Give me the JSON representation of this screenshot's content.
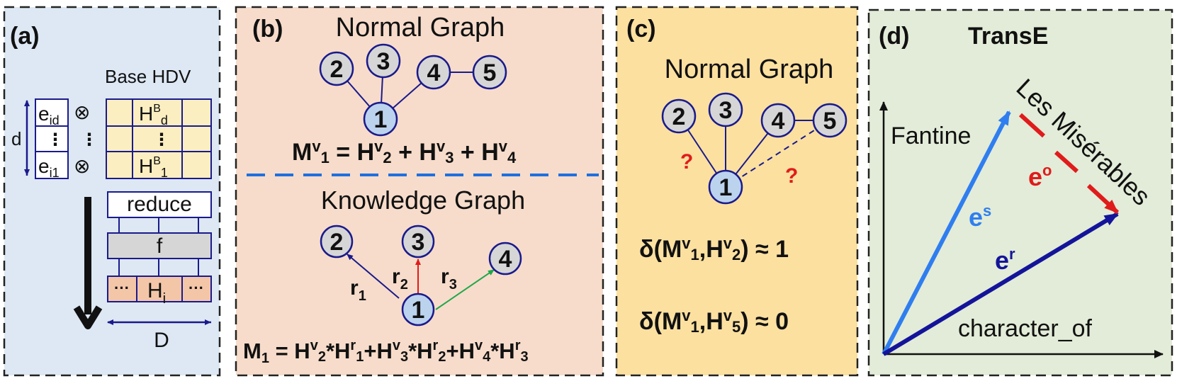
{
  "panel_a": {
    "label": "(a)",
    "title": "Base HDV",
    "e_id": "e",
    "e_id_sub": "id",
    "e_i1": "e",
    "e_i1_sub": "i1",
    "dots": "⋮",
    "times": "⊗",
    "d_label": "d",
    "hb_d": "H",
    "hb_d_sup": "B",
    "hb_d_sub": "d",
    "hb_1": "H",
    "hb_1_sup": "B",
    "hb_1_sub": "1",
    "reduce": "reduce",
    "f": "f",
    "h_i": "H",
    "h_i_sub": "i",
    "ellipsis": "···",
    "D_label": "D"
  },
  "panel_b": {
    "label": "(b)",
    "normal_title": "Normal Graph",
    "kg_title": "Knowledge Graph",
    "normal_nodes": [
      "2",
      "3",
      "4",
      "5",
      "1"
    ],
    "kg_nodes": [
      "2",
      "3",
      "4",
      "1"
    ],
    "rels": [
      {
        "r": "r",
        "sub": "1"
      },
      {
        "r": "r",
        "sub": "2"
      },
      {
        "r": "r",
        "sub": "3"
      }
    ],
    "eq1": {
      "M": "M",
      "v": "v",
      "sub1": "1",
      "H": "H",
      "s2": "2",
      "s3": "3",
      "s4": "4",
      "eq": " = ",
      "plus": " + "
    },
    "eq2": {
      "M": "M",
      "sub1": "1",
      "H": "H",
      "v": "v",
      "r": "r",
      "eq": " = ",
      "plus": "+",
      "star": "*",
      "a": "2",
      "b": "1",
      "c": "3",
      "d": "2",
      "e": "4",
      "f": "3"
    }
  },
  "panel_c": {
    "label": "(c)",
    "title": "Normal Graph",
    "nodes": [
      "2",
      "3",
      "4",
      "5",
      "1"
    ],
    "q": "?",
    "delta1": {
      "pre": "δ(M",
      "v": "v",
      "s1": "1",
      ",H": ",H",
      "s2": "2",
      "post": ") ≈ 1"
    },
    "delta2": {
      "pre": "δ(M",
      "v": "v",
      "s1": "1",
      ",H": ",H",
      "s2": "5",
      "post": ") ≈ 0"
    }
  },
  "panel_d": {
    "label": "(d)",
    "title": "TransE",
    "fantine": "Fantine",
    "les_mis": "Les Misérables",
    "character_of": "character_of",
    "es": "e",
    "es_sup": "s",
    "er": "e",
    "er_sup": "r",
    "eo": "e",
    "eo_sup": "o"
  },
  "colors": {
    "panel_a_bg": "#dde8f4",
    "panel_b_bg": "#f7dccb",
    "panel_c_bg": "#fbe0a0",
    "panel_d_bg": "#e2ecd8",
    "node_blue": "#bcd3ee",
    "node_gray": "#d6d6d6",
    "navy": "#1a1a8c",
    "dashed_blue": "#1f6fe0",
    "red": "#e01b1b",
    "green": "#1fa84a",
    "es_blue": "#2f7ef0",
    "er_navy": "#14149a",
    "cell_yellow": "#fbeec0",
    "hi_orange": "#f4c6a8"
  }
}
